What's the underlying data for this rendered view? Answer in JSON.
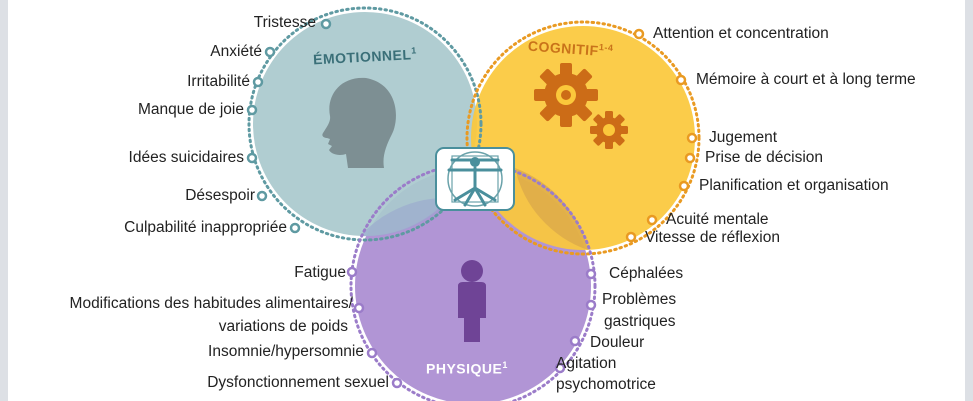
{
  "colors": {
    "emotional_fill": "#a9c9cd",
    "emotional_ring": "#5f9aa2",
    "cognitive_fill": "#fbc83b",
    "cognitive_ring": "#e99a22",
    "physical_fill": "#ad8fd3",
    "physical_ring": "#9b7cc9",
    "gear": "#cc6c17",
    "person": "#6f4496",
    "label_text": "#222222"
  },
  "circles": {
    "emotional": {
      "title": "ÉMOTIONNEL",
      "sup": "1",
      "icon": "head-profile-icon",
      "items": [
        "Tristesse",
        "Anxiété",
        "Irritabilité",
        "Manque de joie",
        "Idées suicidaires",
        "Désespoir",
        "Culpabilité inappropriée"
      ]
    },
    "cognitive": {
      "title": "COGNITIF",
      "sup": "1-4",
      "icon": "gears-icon",
      "items": [
        "Attention et concentration",
        "Mémoire à court et à long terme",
        "Jugement",
        "Prise de décision",
        "Planification et organisation",
        "Acuité mentale",
        "Vitesse de réflexion"
      ]
    },
    "physical": {
      "title": "PHYSIQUE",
      "sup": "1",
      "icon": "person-icon",
      "items_left": [
        "Fatigue",
        "Modifications des habitudes alimentaires/",
        "variations de poids",
        "Insomnie/hypersomnie",
        "Dysfonctionnement sexuel"
      ],
      "items_right": [
        "Céphalées",
        "Problèmes",
        "gastriques",
        "Douleur",
        "Agitation",
        "psychomotrice"
      ]
    }
  },
  "center_icon": "vitruvian-man-icon"
}
